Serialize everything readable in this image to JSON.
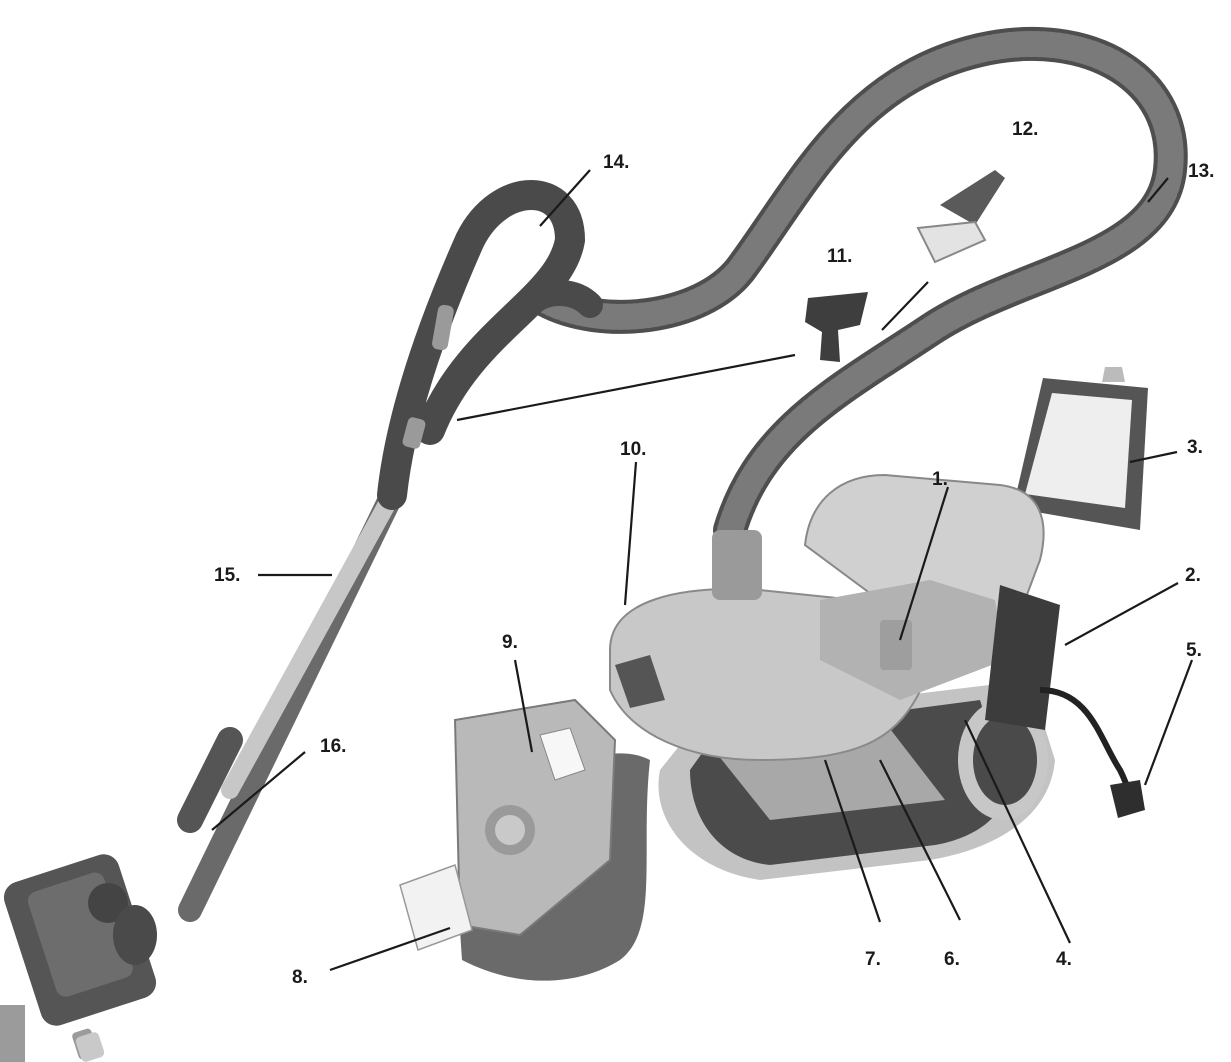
{
  "labels": {
    "l1": "1.",
    "l2": "2.",
    "l3": "3.",
    "l4": "4.",
    "l5": "5.",
    "l6": "6.",
    "l7": "7.",
    "l8": "8.",
    "l9": "9.",
    "l10": "10.",
    "l11": "11.",
    "l12": "12.",
    "l13": "13.",
    "l14": "14.",
    "l15": "15.",
    "l16": "16."
  },
  "colors": {
    "hose": "#5e5e5e",
    "body_light": "#c9c9c9",
    "body_dark": "#4a4a4a",
    "line": "#1a1a1a",
    "edge_tab": "#9b9b9b"
  }
}
